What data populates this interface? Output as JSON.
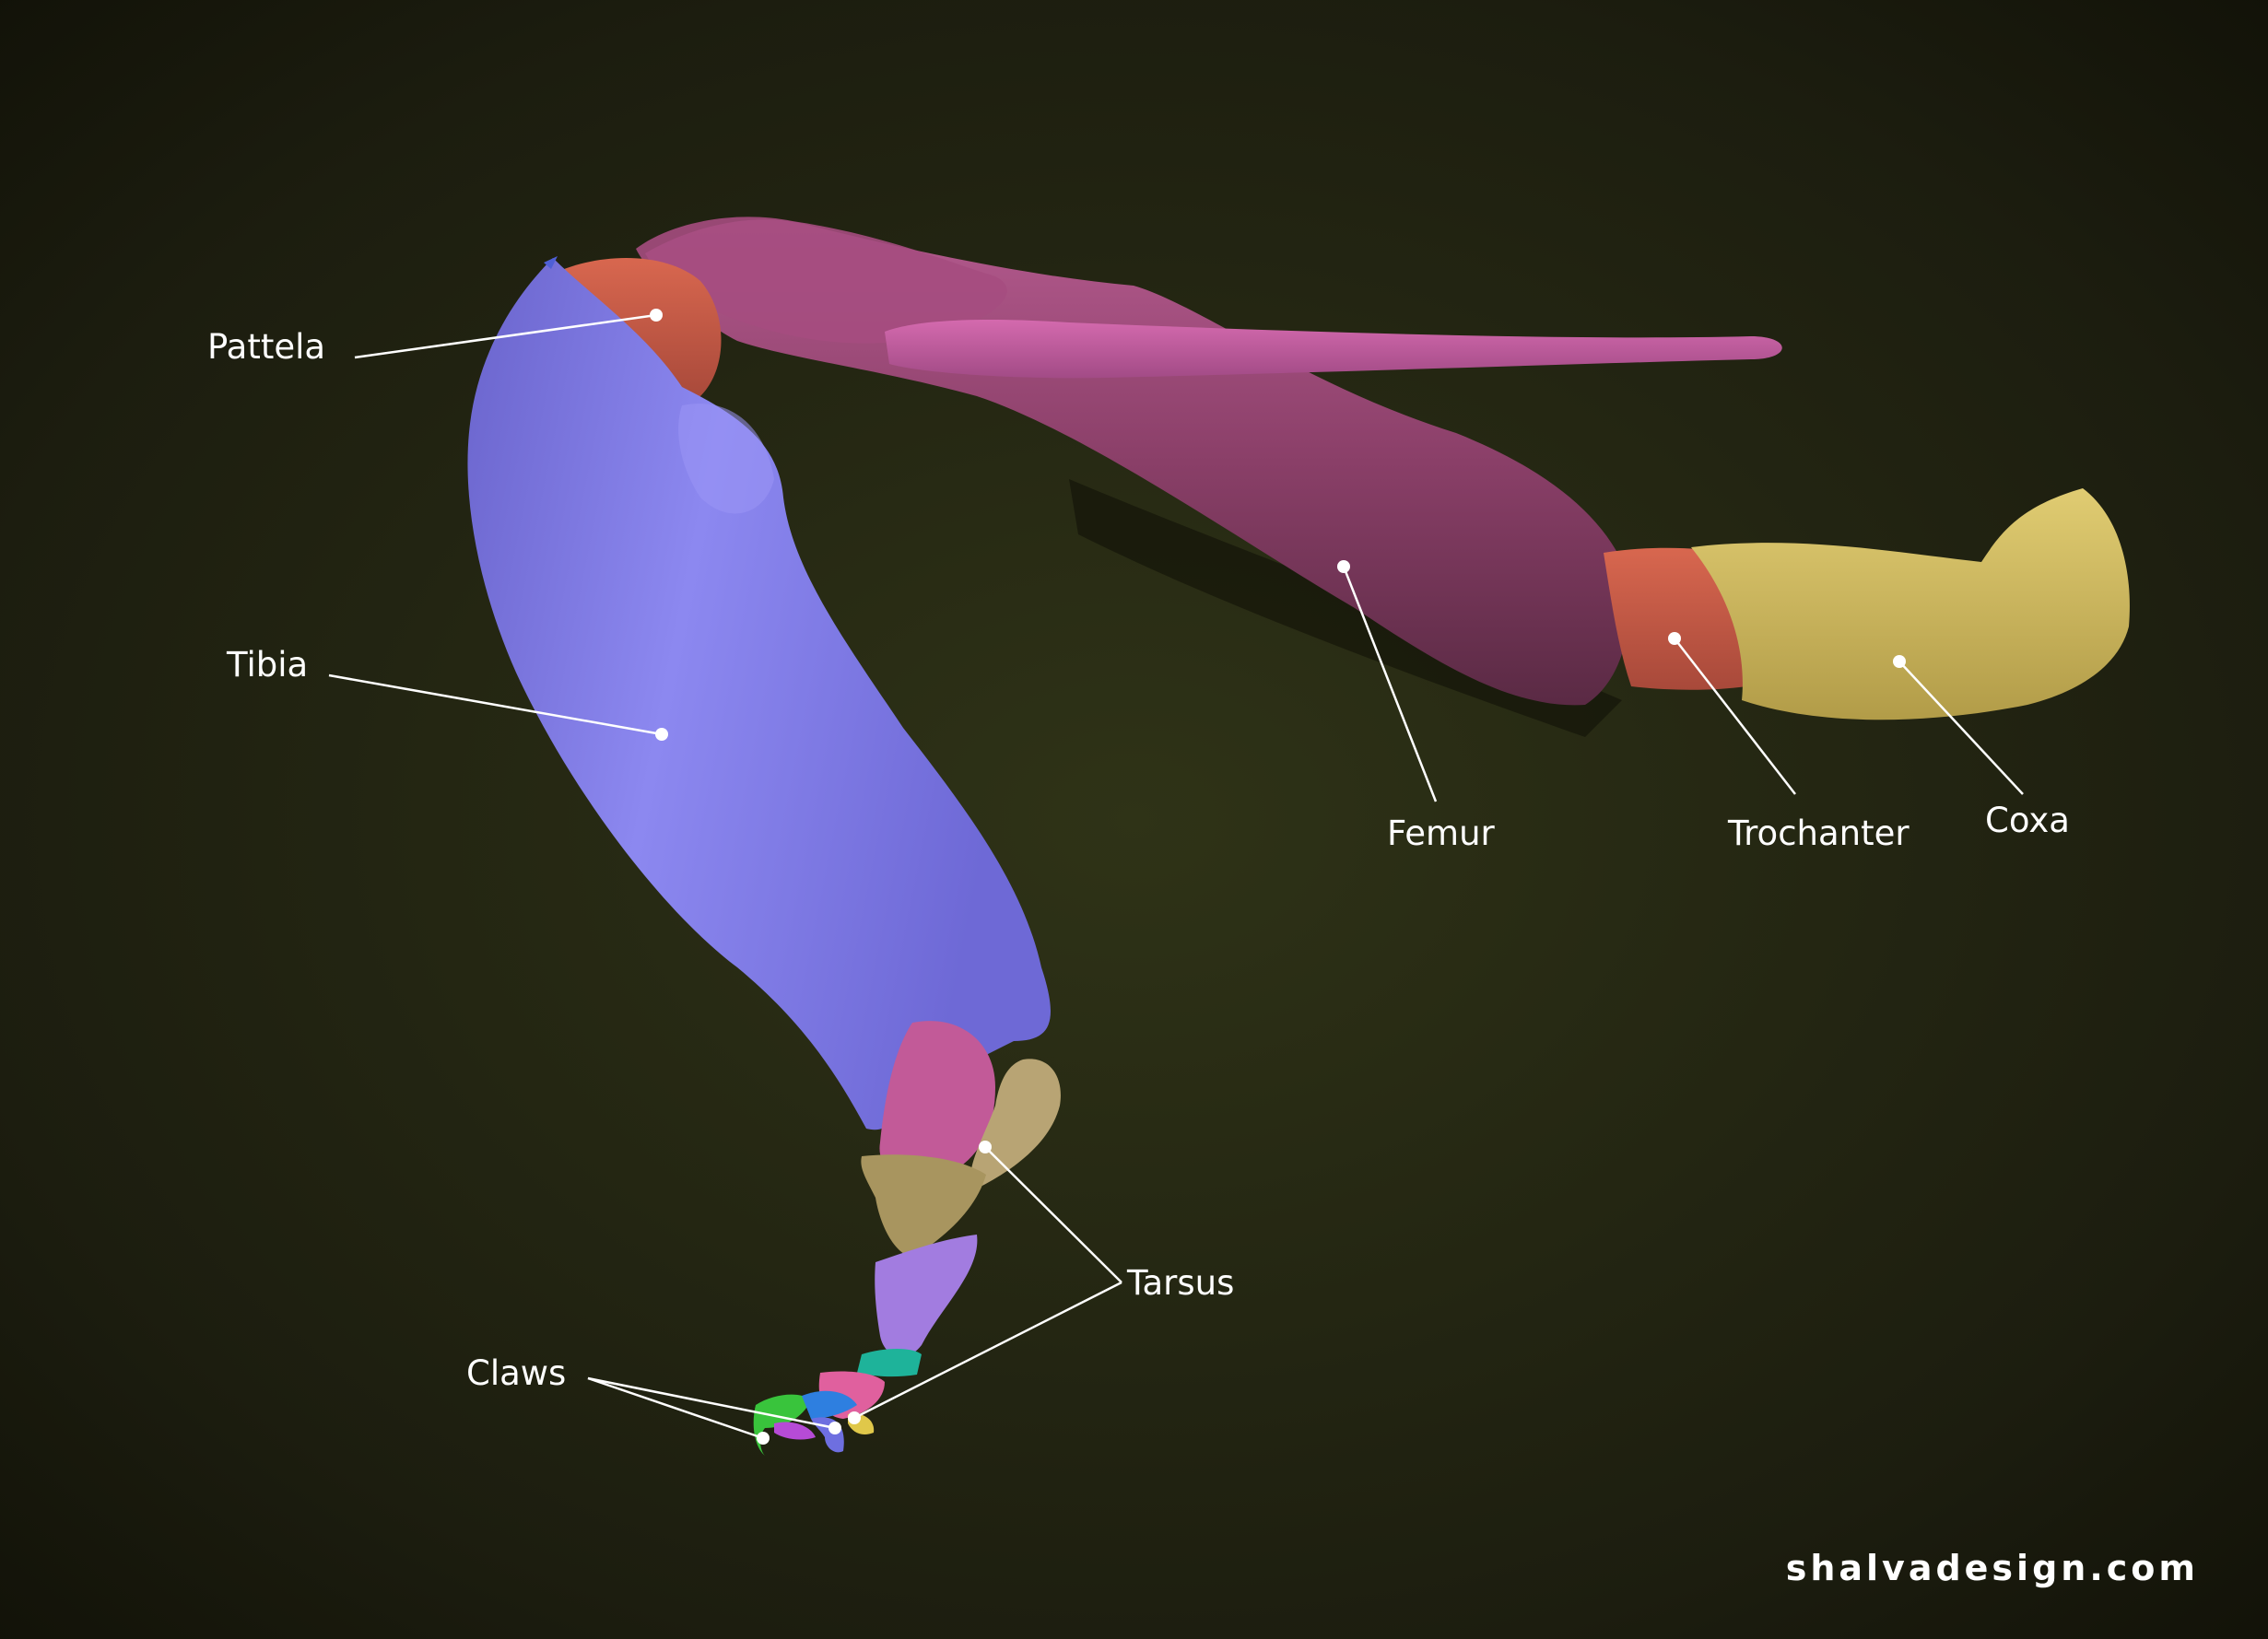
{
  "labels": {
    "pattela": "Pattela",
    "tibia": "Tibia",
    "femur": "Femur",
    "trochanter": "Trochanter",
    "coxa": "Coxa",
    "tarsus": "Tarsus",
    "claws": "Claws"
  },
  "credit": "shalvadesign.com",
  "colors": {
    "background": "#1c1d0f",
    "tibia": "#7f7ae6",
    "femur": "#8e3f6a",
    "femur_highlight": "#c0599a",
    "patella": "#c85a45",
    "trochanter": "#c85a45",
    "coxa": "#d1bb5e",
    "tarsus": "#b8a474",
    "metatarsus": "#a27ce0",
    "leader_line": "#ffffff"
  }
}
